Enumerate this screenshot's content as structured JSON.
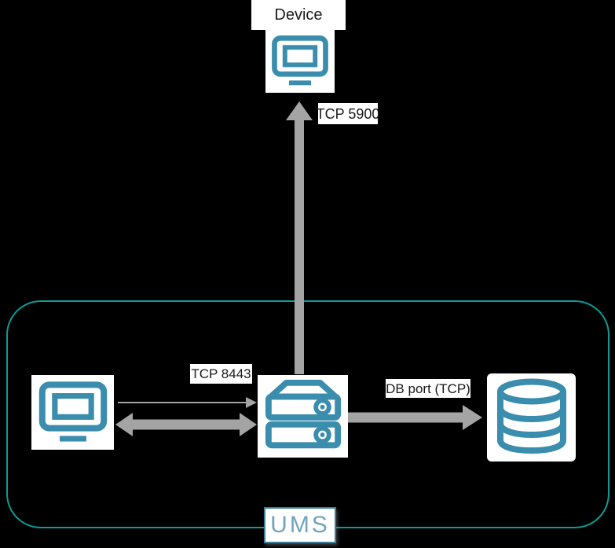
{
  "diagram": {
    "background_color": "#000000",
    "colors": {
      "icon_teal": "#3a8dad",
      "container_border": "#0d9c96",
      "arrow_gray": "#a4a4a4",
      "ums_text": "#72a4bd",
      "ums_box_border": "#3e7e9b",
      "label_text": "#1a1a1a",
      "label_bg": "#ffffff"
    },
    "nodes": {
      "device": {
        "label": "Device",
        "icon": "monitor-icon"
      },
      "admin_console": {
        "icon": "monitor-icon"
      },
      "ums_server": {
        "icon": "server-icon"
      },
      "database": {
        "icon": "database-icon"
      }
    },
    "container": {
      "label": "UMS"
    },
    "edges": [
      {
        "id": "server-to-device",
        "from": "ums_server",
        "to": "device",
        "label": "TCP 5900",
        "arrow": "thick-up"
      },
      {
        "id": "console-to-server",
        "from": "admin_console",
        "to": "ums_server",
        "label": "TCP 8443",
        "arrow": "thin-right-and-thick-bidirectional"
      },
      {
        "id": "server-to-database",
        "from": "ums_server",
        "to": "database",
        "label": "DB port (TCP)",
        "arrow": "thick-right"
      }
    ]
  }
}
